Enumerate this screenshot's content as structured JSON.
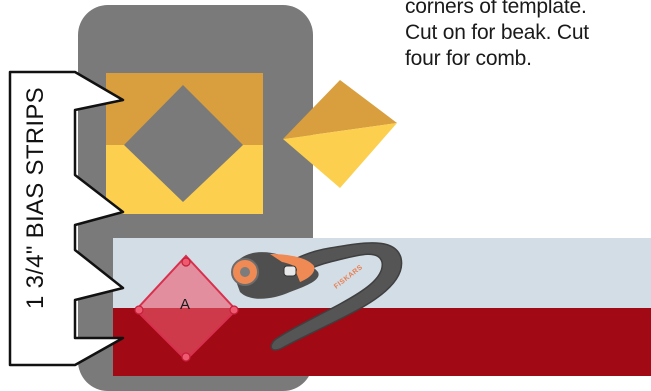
{
  "caption": {
    "lines": [
      "corners of template.",
      "Cut on for beak. Cut",
      "four for comb."
    ]
  },
  "strip_label": "1 3/4\" BIAS STRIPS",
  "template_label": "A",
  "cutter_brand": "FISKARS",
  "colors": {
    "mat_gray": "#7a7a7a",
    "orange_gold": "#d99e3d",
    "yellow": "#fccf4e",
    "light_blue_strip": "#d3dde5",
    "red_strip": "#a10a15",
    "template_pink": "#ee5a70",
    "cutter_dark": "#4f4f4f",
    "cutter_orange": "#f08a55"
  }
}
